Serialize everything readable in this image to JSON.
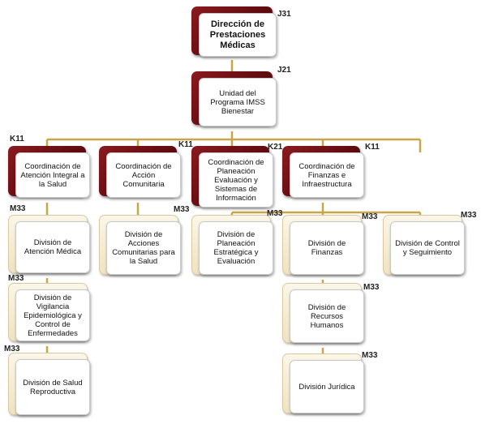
{
  "nodes": {
    "direccion": {
      "label": "Dirección de Prestaciones Médicas",
      "code": "J31"
    },
    "unidad": {
      "label": "Unidad del Programa IMSS Bienestar",
      "code": "J21"
    },
    "coord_atencion": {
      "label": "Coordinación de Atención Integral a la Salud",
      "code": "K11"
    },
    "coord_accion": {
      "label": "Coordinación de Acción Comunitaria",
      "code": "K11"
    },
    "coord_planeacion": {
      "label": "Coordinación de Planeación Evaluación y Sistemas de Información",
      "code": "K21"
    },
    "coord_finanzas": {
      "label": "Coordinación de Finanzas e Infraestructura",
      "code": "K11"
    },
    "div_atencion_medica": {
      "label": "División de Atención Médica",
      "code": "M33"
    },
    "div_vigilancia": {
      "label": "División de Vigilancia Epidemiológica y Control de Enfermedades",
      "code": "M33"
    },
    "div_salud_reproductiva": {
      "label": "División de Salud Reproductiva",
      "code": "M33"
    },
    "div_acciones": {
      "label": "División de Acciones Comunitarias para la Salud",
      "code": "M33"
    },
    "div_planeacion": {
      "label": "División de Planeación Estratégica y Evaluación",
      "code": "M33"
    },
    "div_finanzas": {
      "label": "División de Finanzas",
      "code": "M33"
    },
    "div_control": {
      "label": "División de Control y Seguimiento",
      "code": "M33"
    },
    "div_recursos": {
      "label": "División de Recursos Humanos",
      "code": "M33"
    },
    "div_juridica": {
      "label": "División Jurídica",
      "code": "M33"
    }
  },
  "colors": {
    "connector": "#c9a64a",
    "dark_box": "#6e0f14",
    "light_box": "#f3e9cc"
  }
}
